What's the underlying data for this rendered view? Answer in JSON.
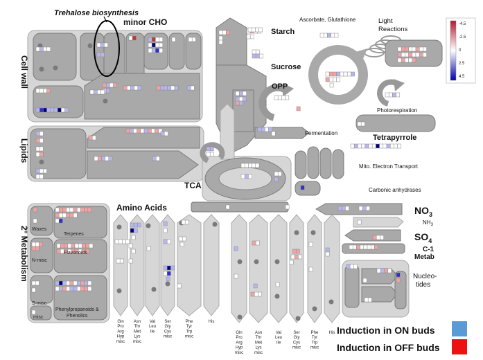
{
  "title_annotation": "Trehalose biosynthesis",
  "modules": {
    "minor_cho": "minor CHO",
    "starch": "Starch",
    "sucrose": "Sucrose",
    "ascorbate": "Ascorbate, Glutathione",
    "light": "Light",
    "reactions": "Reactions",
    "cell_wall": "Cell wall",
    "lipids": "Lipids",
    "opp": "OPP",
    "photorespiration": "Photorespiration",
    "fermentation": "Fermentation",
    "tetrapyrrole": "Tetrapyrrole",
    "mito": "Mito. Electron Transport",
    "tca": "TCA",
    "carbonic": "Carbonic anhydrases",
    "amino_acids": "Amino Acids",
    "secondary": "2° Metabolism",
    "waxes": "Waxes",
    "terpenes": "Terpenes",
    "flavonoids": "Flavonoids",
    "n_misc": "N-misc",
    "s_misc": "S-misc",
    "misc": "misc",
    "phenylpropanoids_1": "Phenylpropanoids &",
    "phenylpropanoids_2": "Phenolics",
    "no3": "NO",
    "no3_sub": "3",
    "nh3": "NH",
    "nh3_sub": "3",
    "so4": "SO",
    "so4_sub": "4",
    "c1": "C-1",
    "metab": "Metab",
    "nucleo": "Nucleo-",
    "tides": "tides"
  },
  "scale": {
    "ticks": [
      "-4.5",
      "-2.5",
      "0",
      "2.5",
      "4.5"
    ],
    "colors": {
      "high_red": "#b2182b",
      "mid": "#ffffff",
      "high_blue": "#0000aa"
    }
  },
  "aa_groups_left": [
    [
      "Gln",
      "Pro",
      "Arg",
      "Hyp",
      "misc"
    ],
    [
      "Asn",
      "Thr",
      "Met",
      "Lys",
      "misc"
    ],
    [
      "Val",
      "Leu",
      "Ile"
    ],
    [
      "Ser",
      "Gly",
      "Cys",
      "misc"
    ],
    [
      "Phe",
      "Tyr",
      "Trp",
      "misc"
    ],
    [
      "His"
    ]
  ],
  "aa_groups_right": [
    [
      "Gln",
      "Pro",
      "Arg",
      "Hyp",
      "misc"
    ],
    [
      "Asn",
      "Thr",
      "Met",
      "Lys",
      "misc"
    ],
    [
      "Val",
      "Leu",
      "Ile"
    ],
    [
      "Ser",
      "Gly",
      "Cys",
      "misc"
    ],
    [
      "Phe",
      "Tyr",
      "Trp",
      "misc"
    ],
    [
      "His"
    ]
  ],
  "legend": [
    {
      "label": "Induction in ON buds",
      "color": "#5b9bd5"
    },
    {
      "label": "Induction in OFF buds",
      "color": "#ee1111"
    }
  ]
}
